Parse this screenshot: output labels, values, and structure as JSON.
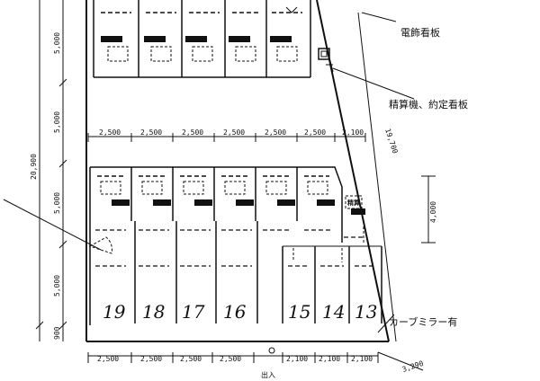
{
  "labels": {
    "denshoku": "電飾看板",
    "seisanki": "精算機、約定看板",
    "mirror": "カーブミラー有",
    "box_mark": "精算",
    "bottom_fragment": "出入"
  },
  "dimensions": {
    "top_row": [
      "2,500",
      "2,500",
      "2,500",
      "2,500",
      "2,500",
      "2,500",
      "2,100"
    ],
    "bottom_left": [
      "2,500",
      "2,500",
      "2,500",
      "2,500"
    ],
    "bottom_right": [
      "2,100",
      "2,100",
      "2,100"
    ],
    "left_inner": [
      "5,000",
      "5,000",
      "5,000",
      "5,000"
    ],
    "left_total": "20,900",
    "left_bottom": "900",
    "right_height": "4,000",
    "diagonal": "19,700",
    "corner": "3,290"
  },
  "spaces": [
    "19",
    "18",
    "17",
    "16",
    "15",
    "14",
    "13"
  ]
}
